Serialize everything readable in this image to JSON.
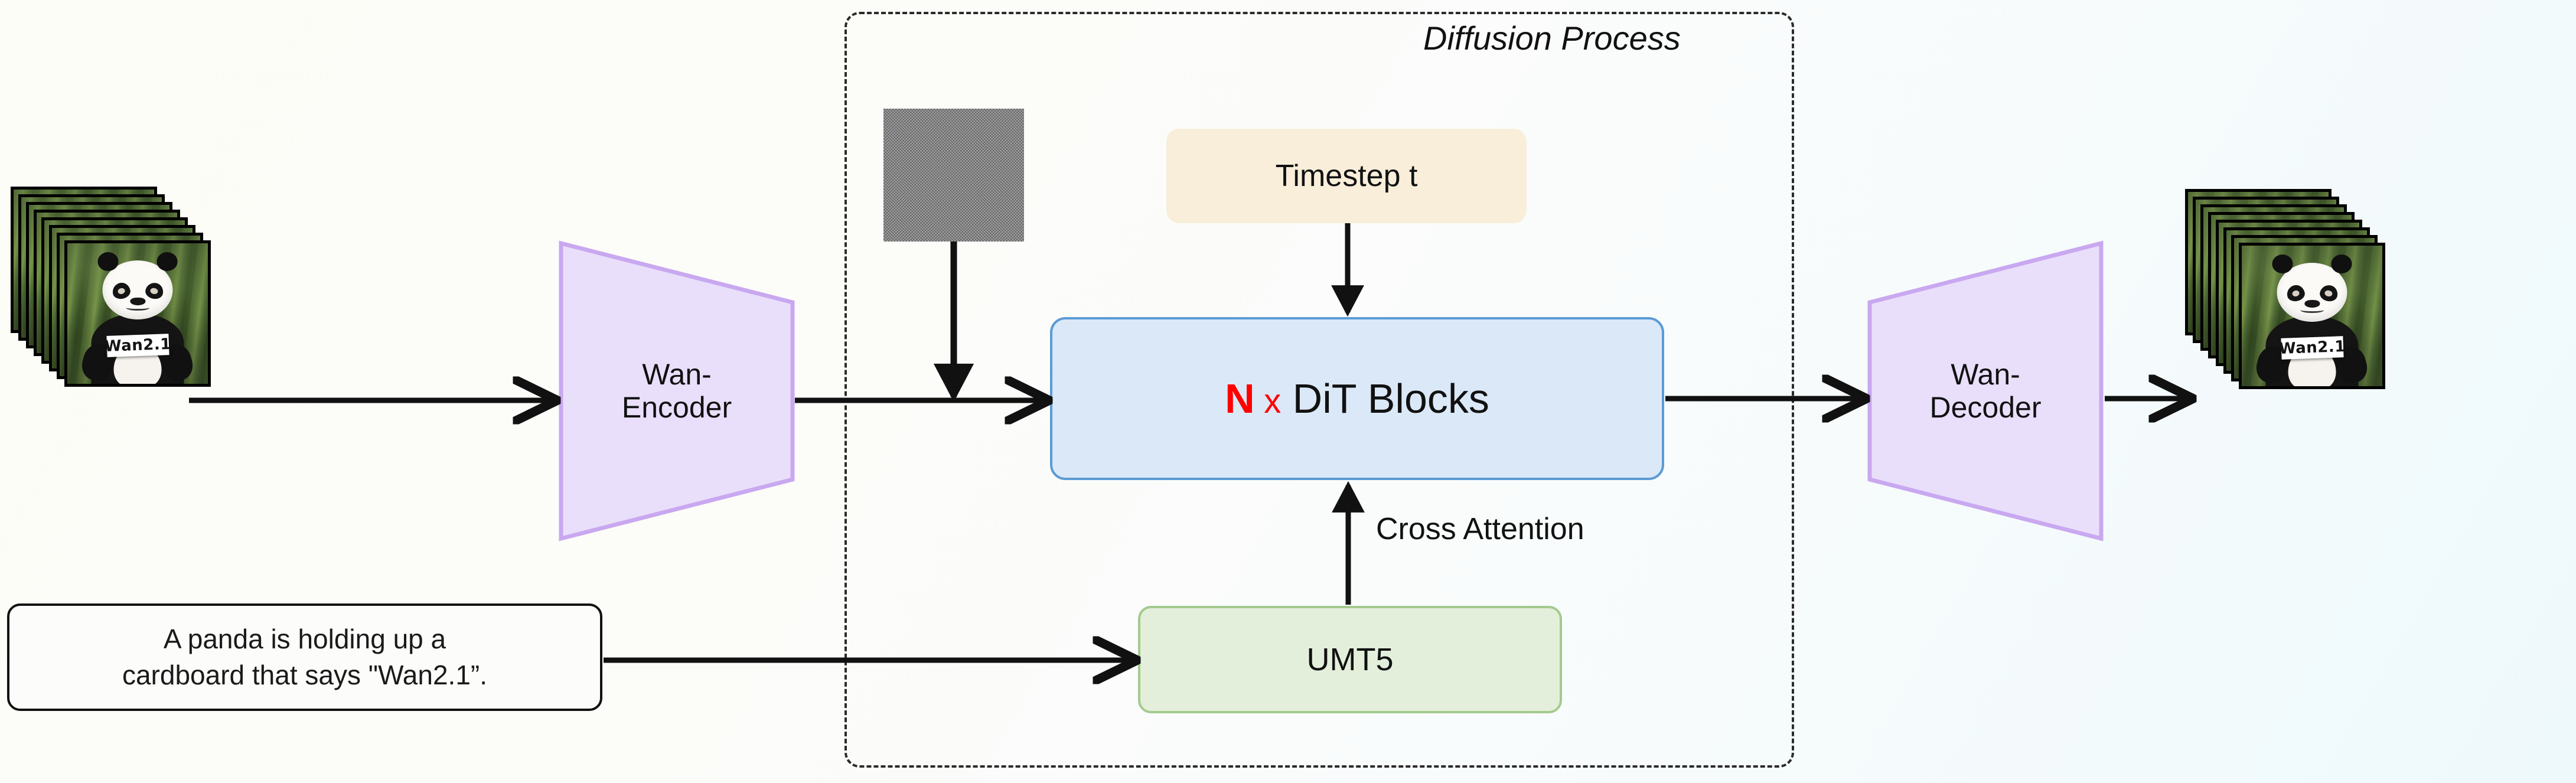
{
  "diagram": {
    "title": "Diffusion Process",
    "background_start": "#fdfdf7",
    "background_end": "#eef9fc"
  },
  "input": {
    "stack_name": "Input video frames",
    "sign_text": "Wan2.1",
    "frame_count": 8
  },
  "prompt": {
    "line1": "A panda is holding up a",
    "line2": "cardboard that says \"Wan2.1”."
  },
  "encoder": {
    "line1": "Wan-",
    "line2": "Encoder",
    "fill": "#e9dffb",
    "stroke": "#c9a8f0"
  },
  "noise": {
    "label": "gaussian-noise-latent"
  },
  "timestep": {
    "label": "Timestep t",
    "fill": "#f8eeda"
  },
  "dit": {
    "count": "N",
    "times": "x",
    "label": "DiT Blocks",
    "count_color": "#ff0000",
    "fill": "#dbe8f7",
    "stroke": "#5b9bd5"
  },
  "umt5": {
    "label": "UMT5",
    "fill": "#e3efda",
    "stroke": "#a3ca8e"
  },
  "cross_attention": {
    "label": "Cross Attention"
  },
  "decoder": {
    "line1": "Wan-",
    "line2": "Decoder",
    "fill": "#e9dffb",
    "stroke": "#c9a8f0"
  },
  "output": {
    "stack_name": "Output video frames",
    "sign_text": "Wan2.1",
    "frame_count": 8
  }
}
